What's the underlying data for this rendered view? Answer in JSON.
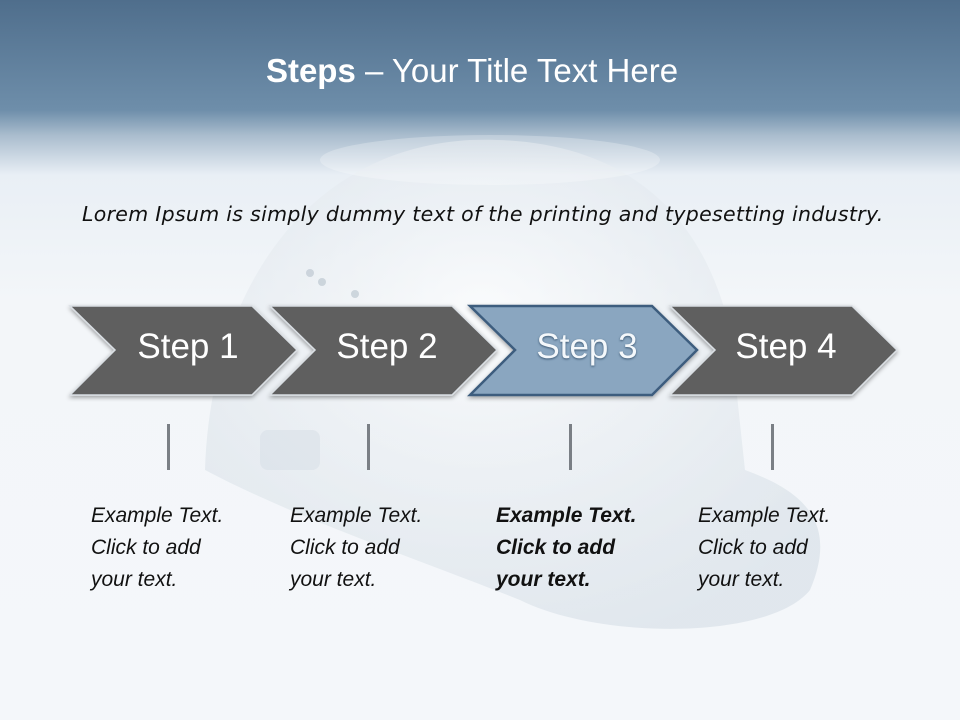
{
  "title": {
    "bold": "Steps",
    "rest": " – Your Title Text Here"
  },
  "intro": "Lorem Ipsum is simply dummy text of the printing and typesetting industry.",
  "steps": [
    {
      "label": "Step 1",
      "lines": [
        "Example Text.",
        "Click  to add",
        "your text."
      ],
      "active": false
    },
    {
      "label": "Step 2",
      "lines": [
        "Example Text.",
        "Click  to add",
        "your text."
      ],
      "active": false
    },
    {
      "label": "Step 3",
      "lines": [
        "Example Text.",
        "Click  to add",
        "your text."
      ],
      "active": true
    },
    {
      "label": "Step 4",
      "lines": [
        "Example Text.",
        "Click  to add",
        "your text."
      ],
      "active": false
    }
  ],
  "colors": {
    "chevron": "#5e5e5e",
    "active_chevron": "#8aa6c0",
    "active_border": "#3d5d7e"
  }
}
